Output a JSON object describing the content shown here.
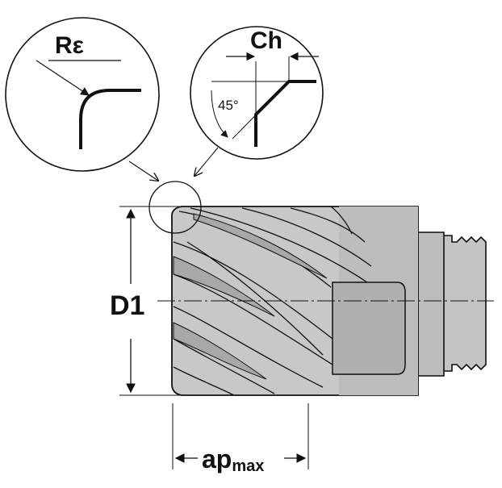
{
  "labels": {
    "corner_radius": "Rε",
    "chamfer": "Ch",
    "chamfer_angle": "45°",
    "diameter": "D1",
    "ap_main": "ap",
    "ap_sub": "max"
  },
  "colors": {
    "tool_body": "#c8c8c8",
    "tool_shadow": "#a9a9a9",
    "outline": "#111111",
    "background": "#ffffff"
  }
}
